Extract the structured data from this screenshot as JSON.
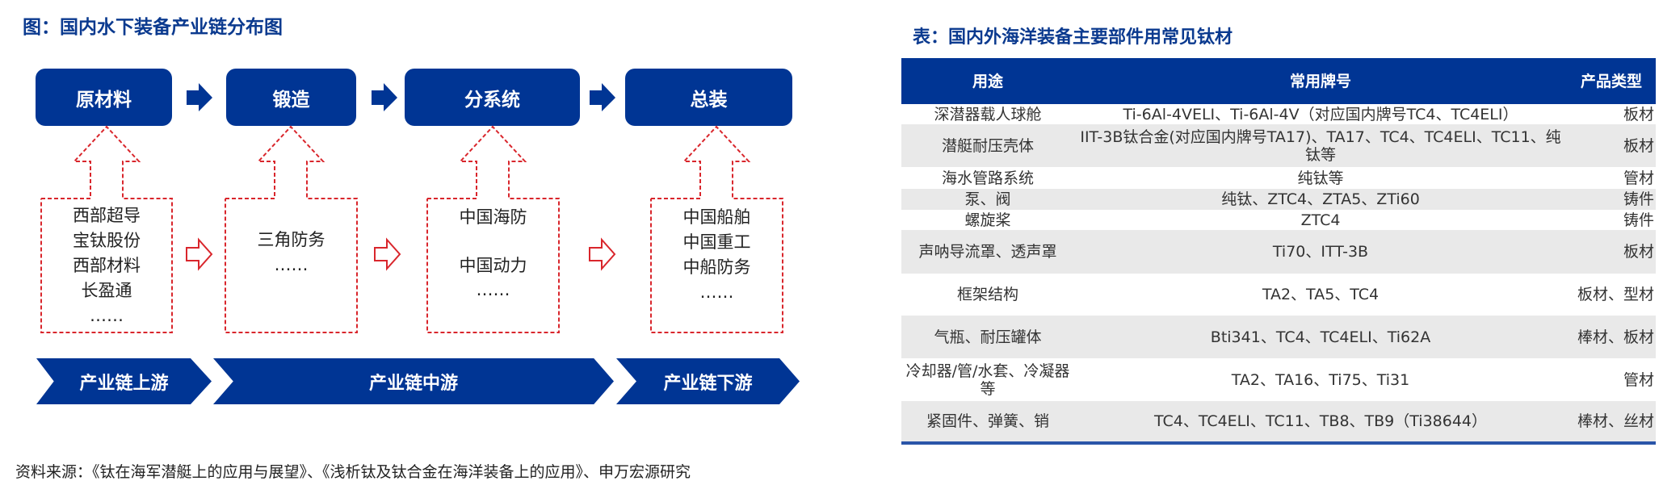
{
  "left": {
    "title": "图：国内水下装备产业链分布图",
    "stages": [
      {
        "label": "原材料",
        "companies": [
          "西部超导",
          "宝钛股份",
          "西部材料",
          "长盈通",
          "……"
        ]
      },
      {
        "label": "锻造",
        "companies": [
          "三角防务",
          "……"
        ]
      },
      {
        "label": "分系统",
        "companies": [
          "中国海防",
          "中国动力",
          "……"
        ]
      },
      {
        "label": "总装",
        "companies": [
          "中国船舶",
          "中国重工",
          "中船防务",
          "……"
        ]
      }
    ],
    "chain": [
      "产业链上游",
      "产业链中游",
      "产业链下游"
    ],
    "source": "资料来源：《钛在海军潜艇上的应用与展望》、《浅析钛及钛合金在海洋装备上的应用》、申万宏源研究"
  },
  "right": {
    "title": "表：国内外海洋装备主要部件用常见钛材",
    "headers": [
      "用途",
      "常用牌号",
      "产品类型"
    ],
    "rows": [
      [
        "深潜器载人球舱",
        "Ti-6Al-4VELI、Ti-6Al-4V（对应国内牌号TC4、TC4ELI）",
        "板材"
      ],
      [
        "潜艇耐压壳体",
        "IIT-3B钛合金(对应国内牌号TA17)、TA17、TC4、TC4ELI、TC11、纯钛等",
        "板材"
      ],
      [
        "海水管路系统",
        "纯钛等",
        "管材"
      ],
      [
        "泵、阀",
        "纯钛、ZTC4、ZTA5、ZTi60",
        "铸件"
      ],
      [
        "螺旋桨",
        "ZTC4",
        "铸件"
      ],
      [
        "声呐导流罩、透声罩",
        "Ti70、ITT-3B",
        "板材"
      ],
      [
        "框架结构",
        "TA2、TA5、TC4",
        "板材、型材"
      ],
      [
        "气瓶、耐压罐体",
        "Bti341、TC4、TC4ELI、Ti62A",
        "棒材、板材"
      ],
      [
        "冷却器/管/水套、冷凝器等",
        "TA2、TA16、Ti75、Ti31",
        "管材"
      ],
      [
        "紧固件、弹簧、销",
        "TC4、TC4ELI、TC11、TB8、TB9（Ti38644）",
        "棒材、丝材"
      ]
    ]
  },
  "colors": {
    "brand": "#003594",
    "dash": "#d9262c"
  }
}
